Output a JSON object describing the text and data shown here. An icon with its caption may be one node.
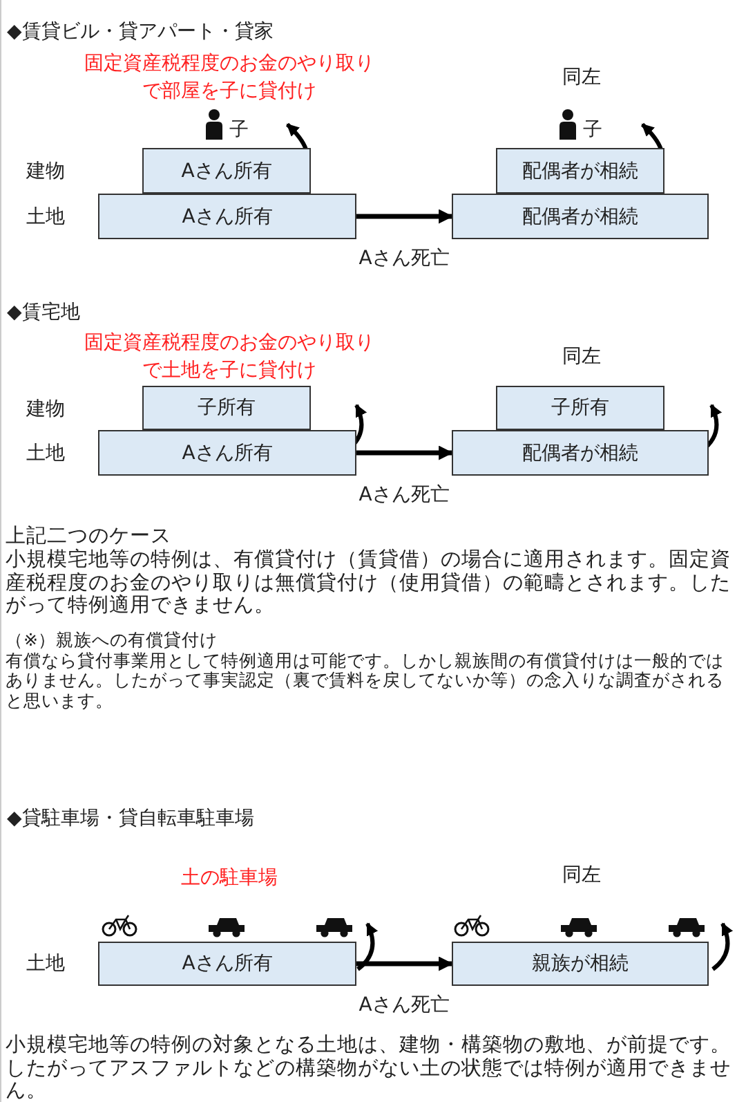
{
  "diagram": {
    "nodes": [
      {
        "text": [
          "Aさん所有"
        ]
      },
      {
        "text": [
          "Aさん所有"
        ]
      },
      {
        "text": [
          "配偶者が相続"
        ]
      },
      {
        "text": [
          "配偶者が相続"
        ]
      },
      {
        "text": [
          "子所有"
        ]
      },
      {
        "text": [
          "Aさん所有"
        ]
      },
      {
        "text": [
          "子所有"
        ]
      },
      {
        "text": [
          "配偶者が相続"
        ]
      },
      {
        "text": [
          "Aさん所有"
        ]
      },
      {
        "text": [
          "親族が相続"
        ]
      }
    ],
    "edges": [
      {
        "from": 1,
        "to": 3,
        "arrow": "to",
        "label": "Aさん死亡"
      },
      {
        "from": 5,
        "to": 7,
        "arrow": "to",
        "label": "Aさん死亡"
      },
      {
        "from": 8,
        "to": 9,
        "arrow": "to",
        "label": "Aさん死亡"
      }
    ],
    "labels": [
      "◆賃貸ビル・貸アパート・貸家",
      "固定資産税程度のお金のやり取りで部屋を子に貸付け",
      "同左",
      "子",
      "子",
      "建物",
      "土地",
      "◆賃宅地",
      "固定資産税程度のお金のやり取りで土地を子に貸付け",
      "同左",
      "建物",
      "土地",
      "上記二つのケース",
      "小規模宅地等の特例は、有償貸付け（賃貸借）の場合に適用されます。固定資産税程度のお金のやり取りは無償貸付け（使用貸借）の範疇とされます。したがって特例適用できません。",
      "（※）親族への有償貸付け",
      "有償なら貸付事業用として特例適用は可能です。しかし親族間の有償貸付けは一般的ではありません。したがって事実認定（裏で賃料を戻してないか等）の念入りな調査がされると思います。",
      "◆貸駐車場・貸自転車駐車場",
      "土の駐車場",
      "同左",
      "土地",
      "小規模宅地等の特例の対象となる土地は、建物・構築物の敷地、が前提です。したがってアスファルトなどの構築物がない土の状態では特例が適用できません。"
    ]
  }
}
